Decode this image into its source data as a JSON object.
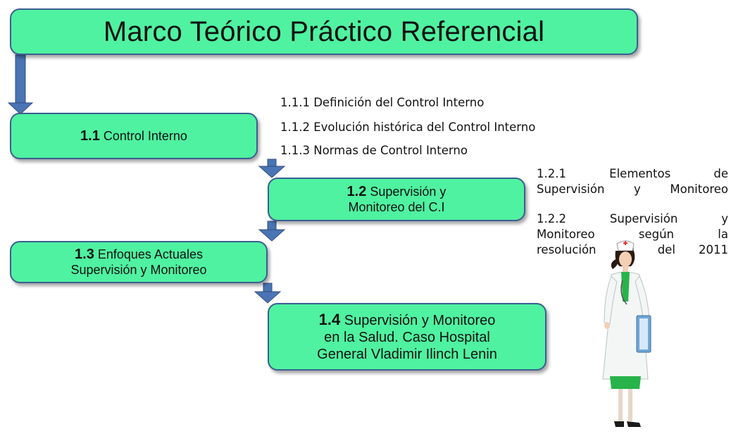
{
  "title": "Marco Teórico Práctico Referencial",
  "sections": [
    {
      "number": "1.1",
      "label": "Control Interno"
    },
    {
      "number": "1.2",
      "label": "Supervisión y",
      "label2": "Monitoreo del C.I"
    },
    {
      "number": "1.3",
      "label": "Enfoques Actuales",
      "label2": "Supervisión y Monitoreo"
    },
    {
      "number": "1.4",
      "label": "Supervisión y Monitoreo",
      "label2": "en la Salud. Caso  Hospital",
      "label3": "General Vladimir Ilinch Lenin"
    }
  ],
  "subsections_1_1": [
    "1.1.1 Definición del Control Interno",
    "1.1.2 Evolución histórica del Control Interno",
    "1.1.3 Normas de Control Interno"
  ],
  "subsections_1_2": [
    {
      "line1": "1.2.1 Elementos de",
      "line2": "Supervisión y Monitoreo"
    },
    {
      "line1": "1.2.2 Supervisión y",
      "line2": "Monitoreo según la",
      "line3": "resolución 60 del 2011"
    }
  ],
  "colors": {
    "box_fill": "#4ff2a0",
    "box_border": "#3a5f92",
    "arrow": "#4a74b4"
  },
  "icons": [
    "down-arrow-icon",
    "nurse-illustration"
  ]
}
